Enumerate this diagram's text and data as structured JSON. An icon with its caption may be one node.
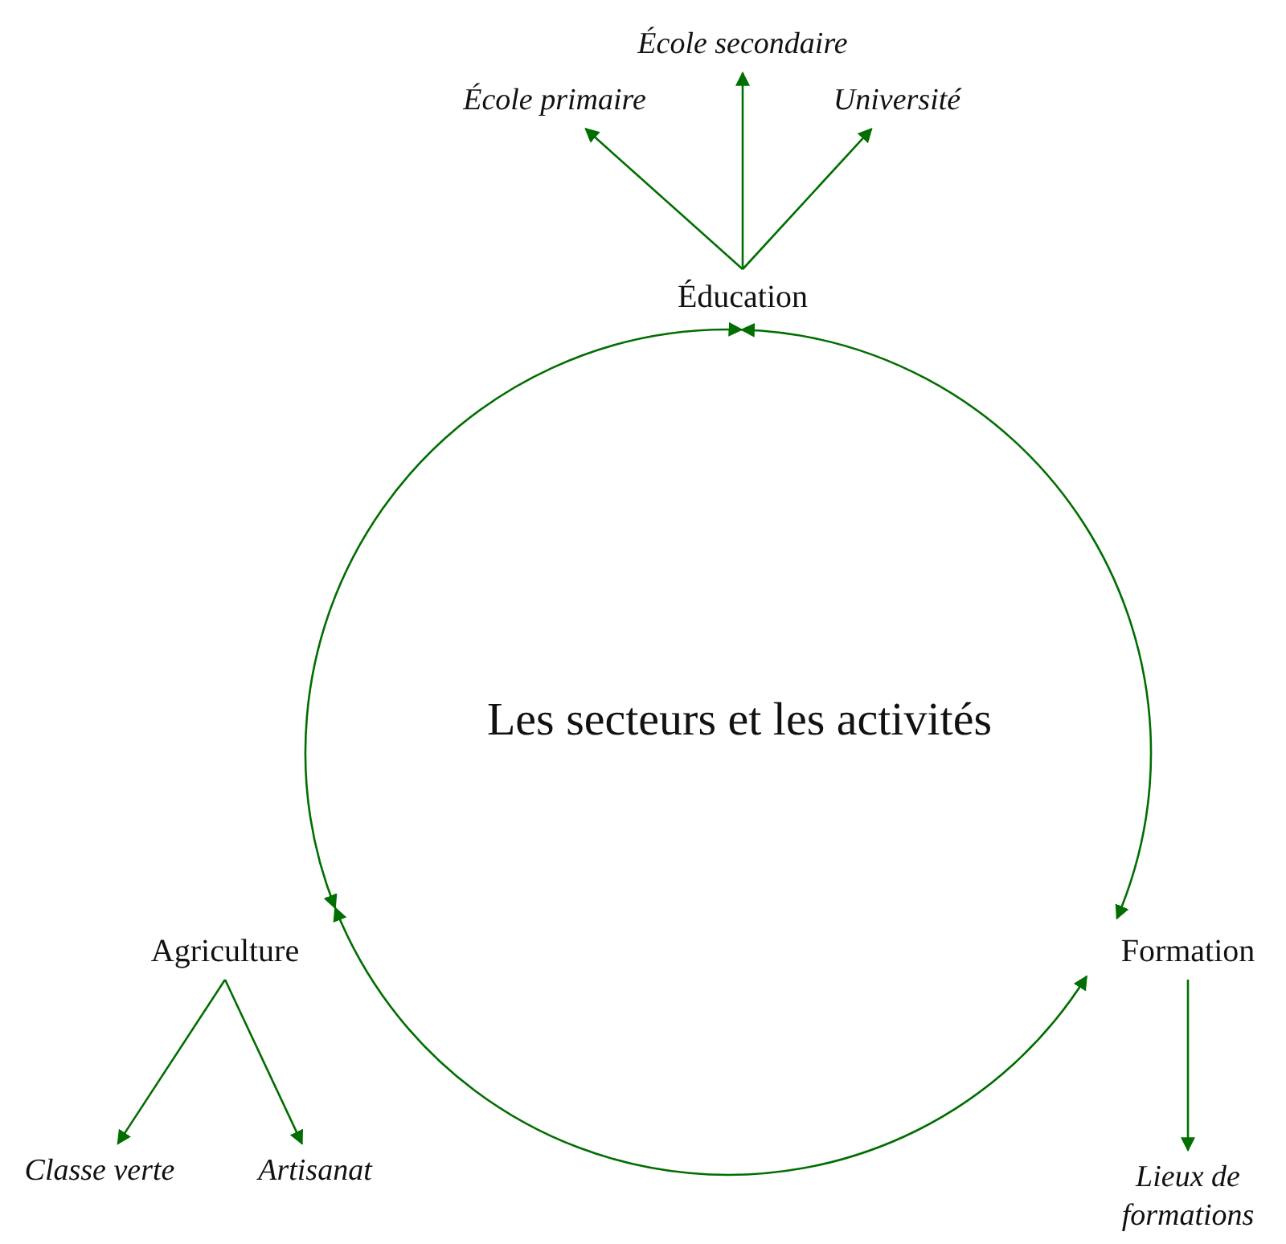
{
  "diagram": {
    "title": "Les secteurs et les activités",
    "nodes": [
      {
        "text": [
          "Éducation"
        ]
      },
      {
        "text": [
          "École primaire"
        ]
      },
      {
        "text": [
          "École secondaire"
        ]
      },
      {
        "text": [
          "Université"
        ]
      },
      {
        "text": [
          "Agriculture"
        ]
      },
      {
        "text": [
          "Classe verte"
        ]
      },
      {
        "text": [
          "Artisanat"
        ]
      },
      {
        "text": [
          "Formation"
        ]
      },
      {
        "text": [
          "Lieux de formations"
        ]
      }
    ],
    "edges": [
      {
        "from": 0,
        "to": 1,
        "arrow": "to"
      },
      {
        "from": 0,
        "to": 2,
        "arrow": "to"
      },
      {
        "from": 0,
        "to": 3,
        "arrow": "to"
      },
      {
        "from": 0,
        "to": 4,
        "arrow": "both"
      },
      {
        "from": 0,
        "to": 7,
        "arrow": "both"
      },
      {
        "from": 4,
        "to": 7,
        "arrow": "both"
      },
      {
        "from": 4,
        "to": 5,
        "arrow": "to"
      },
      {
        "from": 4,
        "to": 6,
        "arrow": "to"
      },
      {
        "from": 7,
        "to": 8,
        "arrow": "to"
      }
    ]
  }
}
